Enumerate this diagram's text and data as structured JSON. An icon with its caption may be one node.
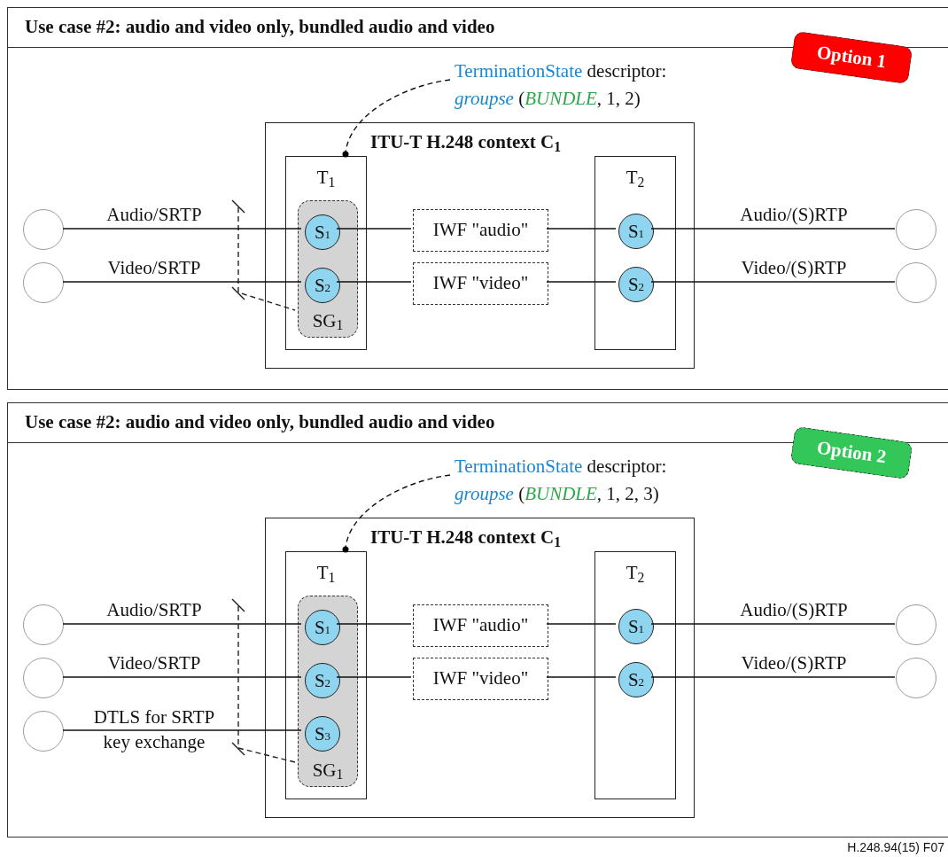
{
  "diagram": {
    "nodes": [
      {
        "text": [
          "Use case #2: audio and video only, bundled audio and video"
        ]
      },
      {
        "text": [
          "Option 1"
        ],
        "in": 0
      },
      {
        "text": [
          "TerminationState",
          "descriptor:",
          "*groupse* (*BUNDLE*, 1, 2)"
        ],
        "in": 0
      },
      {
        "text": [
          "ITU-T H.248 context C$_{1}$"
        ],
        "in": 0
      },
      {
        "text": [
          "T$_{1}$"
        ],
        "in": 3
      },
      {
        "text": [
          "SG$_{1}$"
        ],
        "in": 4
      },
      {
        "text": [
          "S$_{1}$"
        ],
        "in": 5
      },
      {
        "text": [
          "S$_{2}$"
        ],
        "in": 5
      },
      {
        "text": [
          "IWF \"audio\""
        ],
        "in": 3
      },
      {
        "text": [
          "IWF \"video\""
        ],
        "in": 3
      },
      {
        "text": [
          "T$_{2}$"
        ],
        "in": 3
      },
      {
        "text": [
          "S$_{1}$"
        ],
        "in": 10
      },
      {
        "text": [
          "S$_{2}$"
        ],
        "in": 10
      },
      {
        "text": [],
        "shape": "circle",
        "in": 0
      },
      {
        "text": [],
        "shape": "circle",
        "in": 0
      },
      {
        "text": [],
        "shape": "circle",
        "in": 0
      },
      {
        "text": [],
        "shape": "circle",
        "in": 0
      },
      {
        "text": [
          "Use case #2: audio and video only, bundled audio and video"
        ]
      },
      {
        "text": [
          "Option 2"
        ],
        "in": 17
      },
      {
        "text": [
          "TerminationState",
          "descriptor:",
          "*groupse* (*BUNDLE*, 1, 2, 3)"
        ],
        "in": 17
      },
      {
        "text": [
          "ITU-T H.248 context C$_{1}$"
        ],
        "in": 17
      },
      {
        "text": [
          "T$_{1}$"
        ],
        "in": 20
      },
      {
        "text": [
          "SG$_{1}$"
        ],
        "in": 21
      },
      {
        "text": [
          "S$_{1}$"
        ],
        "in": 22
      },
      {
        "text": [
          "S$_{2}$"
        ],
        "in": 22
      },
      {
        "text": [
          "S$_{3}$"
        ],
        "in": 22
      },
      {
        "text": [
          "IWF \"audio\""
        ],
        "in": 20
      },
      {
        "text": [
          "IWF \"video\""
        ],
        "in": 20
      },
      {
        "text": [
          "T$_{2}$"
        ],
        "in": 20
      },
      {
        "text": [
          "S$_{1}$"
        ],
        "in": 28
      },
      {
        "text": [
          "S$_{2}$"
        ],
        "in": 28
      },
      {
        "text": [],
        "shape": "circle",
        "in": 17
      },
      {
        "text": [],
        "shape": "circle",
        "in": 17
      },
      {
        "text": [],
        "shape": "circle",
        "in": 17
      },
      {
        "text": [],
        "shape": "circle",
        "in": 17
      },
      {
        "text": [],
        "shape": "circle",
        "in": 17
      }
    ],
    "edges": [
      {
        "from": 13,
        "to": 6,
        "arrow": "none",
        "label": "Audio/SRTP"
      },
      {
        "from": 6,
        "to": 8,
        "arrow": "none"
      },
      {
        "from": 8,
        "to": 11,
        "arrow": "none"
      },
      {
        "from": 11,
        "to": 15,
        "arrow": "none",
        "label": "Audio/(S)RTP"
      },
      {
        "from": 14,
        "to": 7,
        "arrow": "none",
        "label": "Video/SRTP"
      },
      {
        "from": 7,
        "to": 9,
        "arrow": "none"
      },
      {
        "from": 9,
        "to": 12,
        "arrow": "none"
      },
      {
        "from": 12,
        "to": 16,
        "arrow": "none",
        "label": "Video/(S)RTP"
      },
      {
        "from": 2,
        "to": 4,
        "arrow": "other",
        "style": "dashed"
      },
      {
        "from": 31,
        "to": 23,
        "arrow": "none",
        "label": "Audio/SRTP"
      },
      {
        "from": 23,
        "to": 26,
        "arrow": "none"
      },
      {
        "from": 26,
        "to": 29,
        "arrow": "none"
      },
      {
        "from": 29,
        "to": 34,
        "arrow": "none",
        "label": "Audio/(S)RTP"
      },
      {
        "from": 32,
        "to": 24,
        "arrow": "none",
        "label": "Video/SRTP"
      },
      {
        "from": 24,
        "to": 27,
        "arrow": "none"
      },
      {
        "from": 27,
        "to": 30,
        "arrow": "none"
      },
      {
        "from": 30,
        "to": 35,
        "arrow": "none",
        "label": "Video/(S)RTP"
      },
      {
        "from": 33,
        "to": 25,
        "arrow": "none",
        "label": "DTLS for SRTP key exchange"
      },
      {
        "from": 19,
        "to": 21,
        "arrow": "other",
        "style": "dashed"
      }
    ],
    "labels": [
      "H.248.94(15) F07"
    ]
  }
}
